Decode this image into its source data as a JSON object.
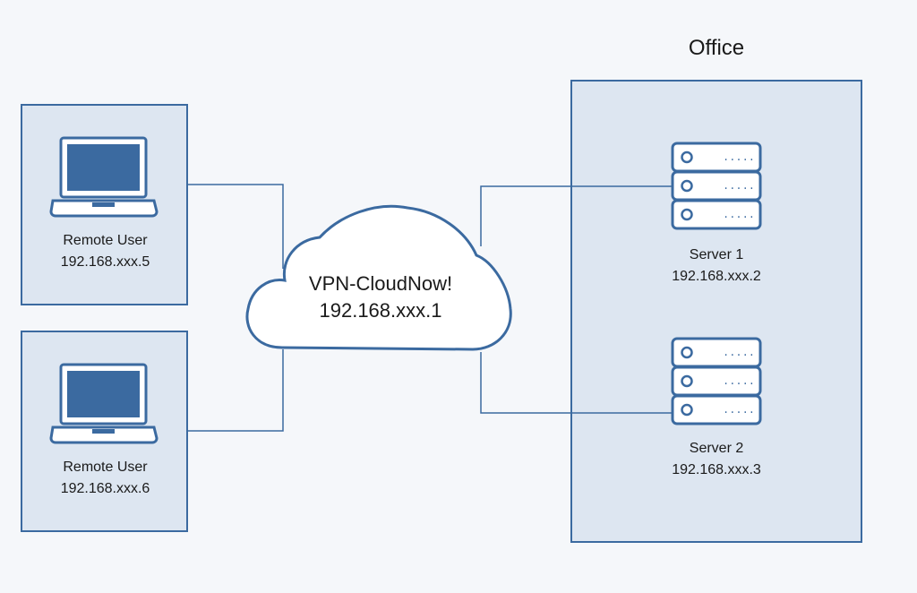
{
  "office": {
    "title": "Office"
  },
  "cloud": {
    "name": "VPN-CloudNow!",
    "ip": "192.168.xxx.1"
  },
  "remote_users": [
    {
      "name": "Remote User",
      "ip": "192.168.xxx.5"
    },
    {
      "name": "Remote User",
      "ip": "192.168.xxx.6"
    }
  ],
  "servers": [
    {
      "name": "Server 1",
      "ip": "192.168.xxx.2"
    },
    {
      "name": "Server 2",
      "ip": "192.168.xxx.3"
    }
  ],
  "colors": {
    "background": "#f5f7fa",
    "panel_fill": "#dde6f1",
    "stroke": "#3b6aa0",
    "screen": "#3b6aa0"
  },
  "icons": [
    "laptop-icon",
    "server-icon",
    "cloud-icon"
  ]
}
